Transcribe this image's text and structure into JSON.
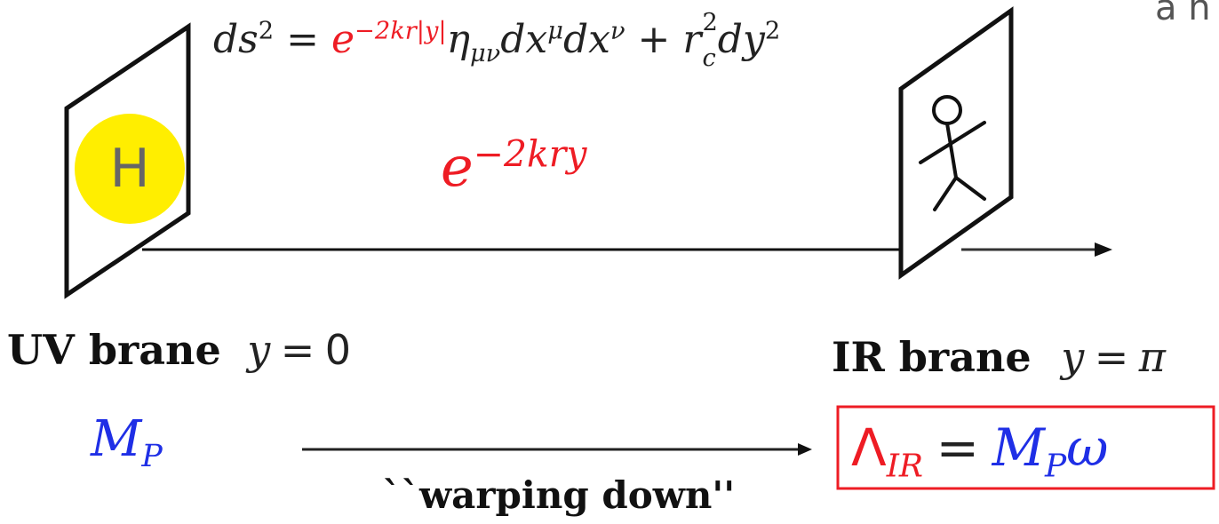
{
  "metric": {
    "lhs_base": "ds",
    "lhs_exp": "2",
    "eq": "=",
    "warp_base": "e",
    "warp_exp": "−2kr|y|",
    "rest": "η",
    "rest_sub": "μν",
    "dx1": "dx",
    "dx1_sup": "μ",
    "dx2": "dx",
    "dx2_sup": "ν",
    "plus": "+",
    "r": "r",
    "r_sup": "2",
    "r_sub": "c",
    "dy": "dy",
    "dy_sup": "2"
  },
  "warp_factor": {
    "base": "e",
    "exp": "−2kry"
  },
  "higgs_label": "H",
  "corner_text": "a n",
  "uv": {
    "label": "UV brane",
    "coord_var": "y",
    "eq": "=",
    "coord_val": "0"
  },
  "ir": {
    "label": "IR brane",
    "coord_var": "y",
    "eq": "=",
    "coord_val": "π"
  },
  "mp": {
    "base": "M",
    "sub": "P"
  },
  "warping_label": "``warping down''",
  "lambda_box": {
    "lambda": "Λ",
    "sub": "IR",
    "eq": "=",
    "mp": "M",
    "mp_sub": "P",
    "omega": "ω"
  },
  "colors": {
    "red": "#ee1c24",
    "blue": "#1f2fe6",
    "higgs_fill": "#ffee00",
    "line": "#111111"
  }
}
